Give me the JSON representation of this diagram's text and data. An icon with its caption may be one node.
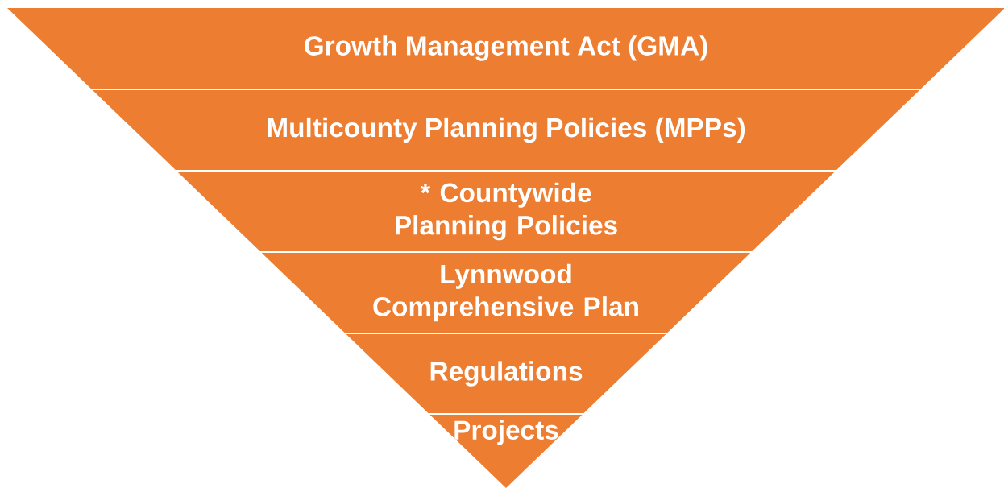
{
  "diagram": {
    "nodes": [
      {
        "text": [
          "Growth Management Act (GMA)"
        ]
      },
      {
        "text": [
          "Multicounty Planning Policies (MPPs)"
        ]
      },
      {
        "text": [
          "* Countywide Planning Policies"
        ]
      },
      {
        "text": [
          "Lynnwood Comprehensive Plan"
        ]
      },
      {
        "text": [
          "Regulations"
        ]
      },
      {
        "text": [
          "Projects"
        ]
      }
    ]
  }
}
